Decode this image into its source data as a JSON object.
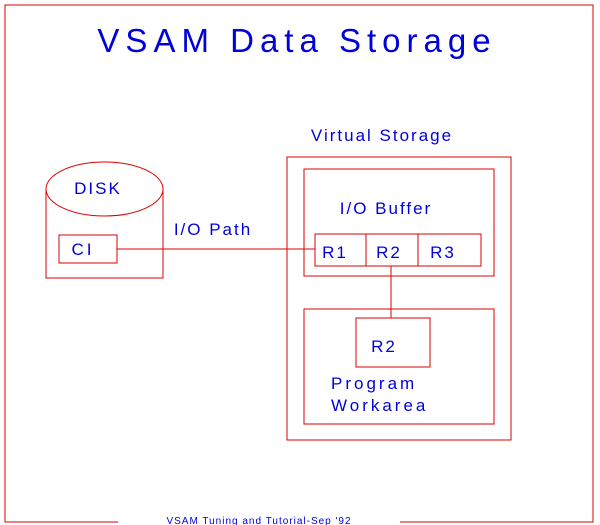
{
  "title": "VSAM Data Storage",
  "footer": "VSAM Tuning and Tutorial-Sep '92",
  "disk": {
    "label": "DISK",
    "ci_label": "CI"
  },
  "io_path_label": "I/O Path",
  "virtual_storage": {
    "label": "Virtual Storage",
    "io_buffer": {
      "label": "I/O Buffer",
      "records": [
        "R1",
        "R2",
        "R3"
      ]
    },
    "program_workarea": {
      "record": "R2",
      "label_line1": "Program",
      "label_line2": "Workarea"
    }
  },
  "colors": {
    "lines": "#dd0000",
    "text": "#0000dd",
    "background": "#ffffff"
  }
}
